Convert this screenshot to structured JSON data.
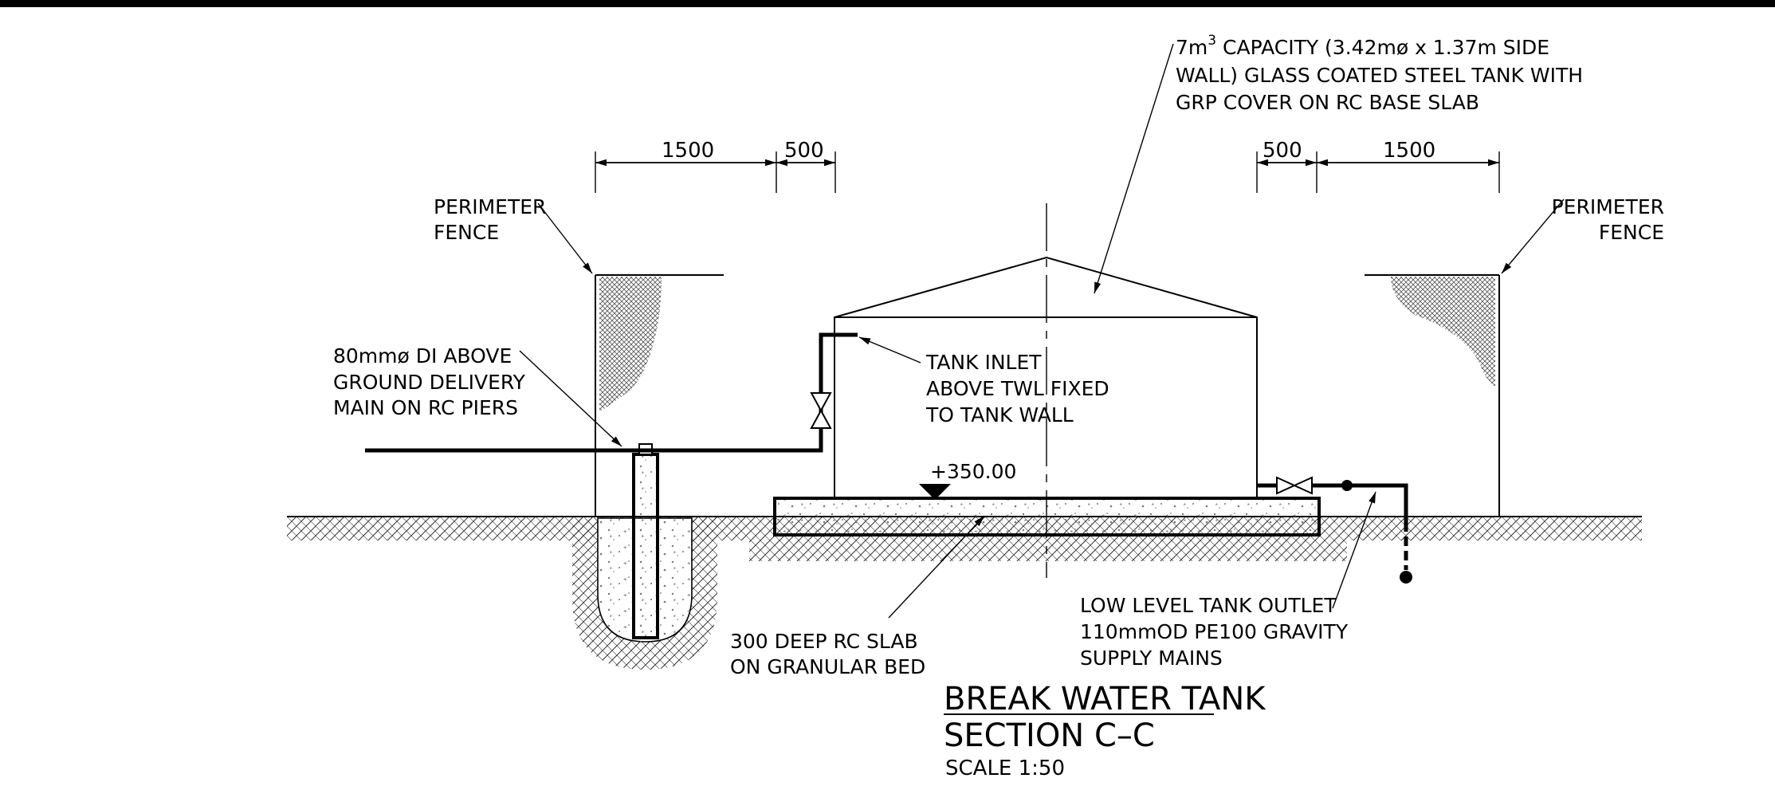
{
  "labels": {
    "tank_spec_line1_pre": "7m",
    "tank_spec_sup": "3",
    "tank_spec_line1_post": " CAPACITY (3.42mø x 1.37m SIDE",
    "tank_spec_line2": "WALL) GLASS COATED STEEL TANK WITH",
    "tank_spec_line3": "GRP COVER ON RC BASE SLAB",
    "fence_left_line1": "PERIMETER",
    "fence_left_line2": "FENCE",
    "fence_right_line1": "PERIMETER",
    "fence_right_line2": "FENCE",
    "delivery_line1": "80mmø DI ABOVE",
    "delivery_line2": "GROUND DELIVERY",
    "delivery_line3": "MAIN ON RC PIERS",
    "inlet_line1": "TANK INLET",
    "inlet_line2": "ABOVE TWL FIXED",
    "inlet_line3": "TO TANK WALL",
    "level": "+350.00",
    "slab_line1": "300 DEEP RC SLAB",
    "slab_line2": "ON GRANULAR BED",
    "outlet_line1": "LOW LEVEL TANK OUTLET",
    "outlet_line2": "110mmOD PE100 GRAVITY",
    "outlet_line3": "SUPPLY MAINS"
  },
  "dimensions": {
    "left_outer": "1500",
    "left_inner": "500",
    "right_inner": "500",
    "right_outer": "1500"
  },
  "title": {
    "line1": "BREAK WATER TANK",
    "line2": "SECTION C–C",
    "scale": "SCALE 1:50"
  },
  "colors": {
    "line": "#000000",
    "background": "#ffffff",
    "hatch": "#333333",
    "concrete_speckle": "#777777"
  }
}
